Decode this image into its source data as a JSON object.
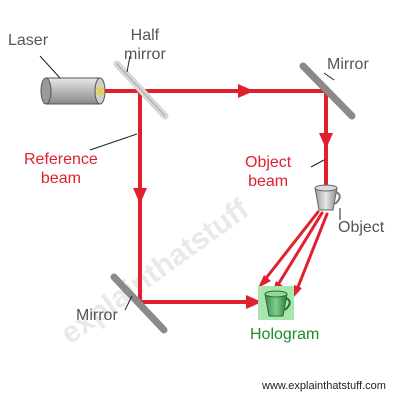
{
  "labels": {
    "laser": "Laser",
    "half_mirror_line1": "Half",
    "half_mirror_line2": "mirror",
    "mirror_top": "Mirror",
    "reference_line1": "Reference",
    "reference_line2": "beam",
    "object_beam_line1": "Object",
    "object_beam_line2": "beam",
    "object": "Object",
    "mirror_bottom": "Mirror",
    "hologram": "Hologram"
  },
  "watermark": "explainthatstuff",
  "credit": "www.explainthatstuff.com",
  "colors": {
    "beam": "#e0202e",
    "label_gray": "#555555",
    "label_green": "#1f8a2a",
    "hologram_bg": "#a8e6b0",
    "mirror": "#888888",
    "laser_body": "#b5b5b5",
    "laser_dot": "#f5d000"
  }
}
